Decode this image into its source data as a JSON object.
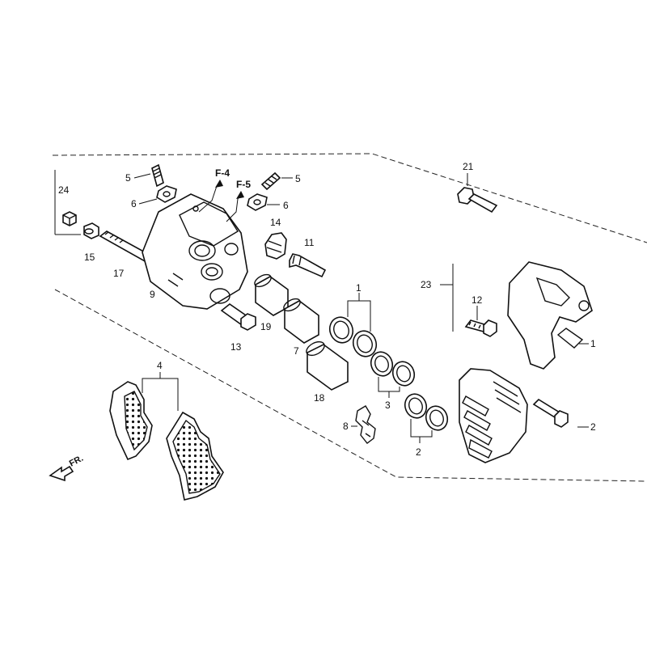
{
  "refs": [
    "F-4",
    "F-5"
  ],
  "front_label": "FR.",
  "labels": {
    "p1": "1",
    "p2": "2",
    "p3": "3",
    "p4": "4",
    "p5a": "5",
    "p5b": "5",
    "p6a": "6",
    "p6b": "6",
    "p7": "7",
    "p8": "8",
    "p9": "9",
    "p11": "11",
    "p12": "12",
    "p13": "13",
    "p14": "14",
    "p15": "15",
    "p17": "17",
    "p18": "18",
    "p19": "19",
    "p21": "21",
    "p23": "23",
    "p24": "24",
    "p1b": "1",
    "p2b": "2"
  }
}
